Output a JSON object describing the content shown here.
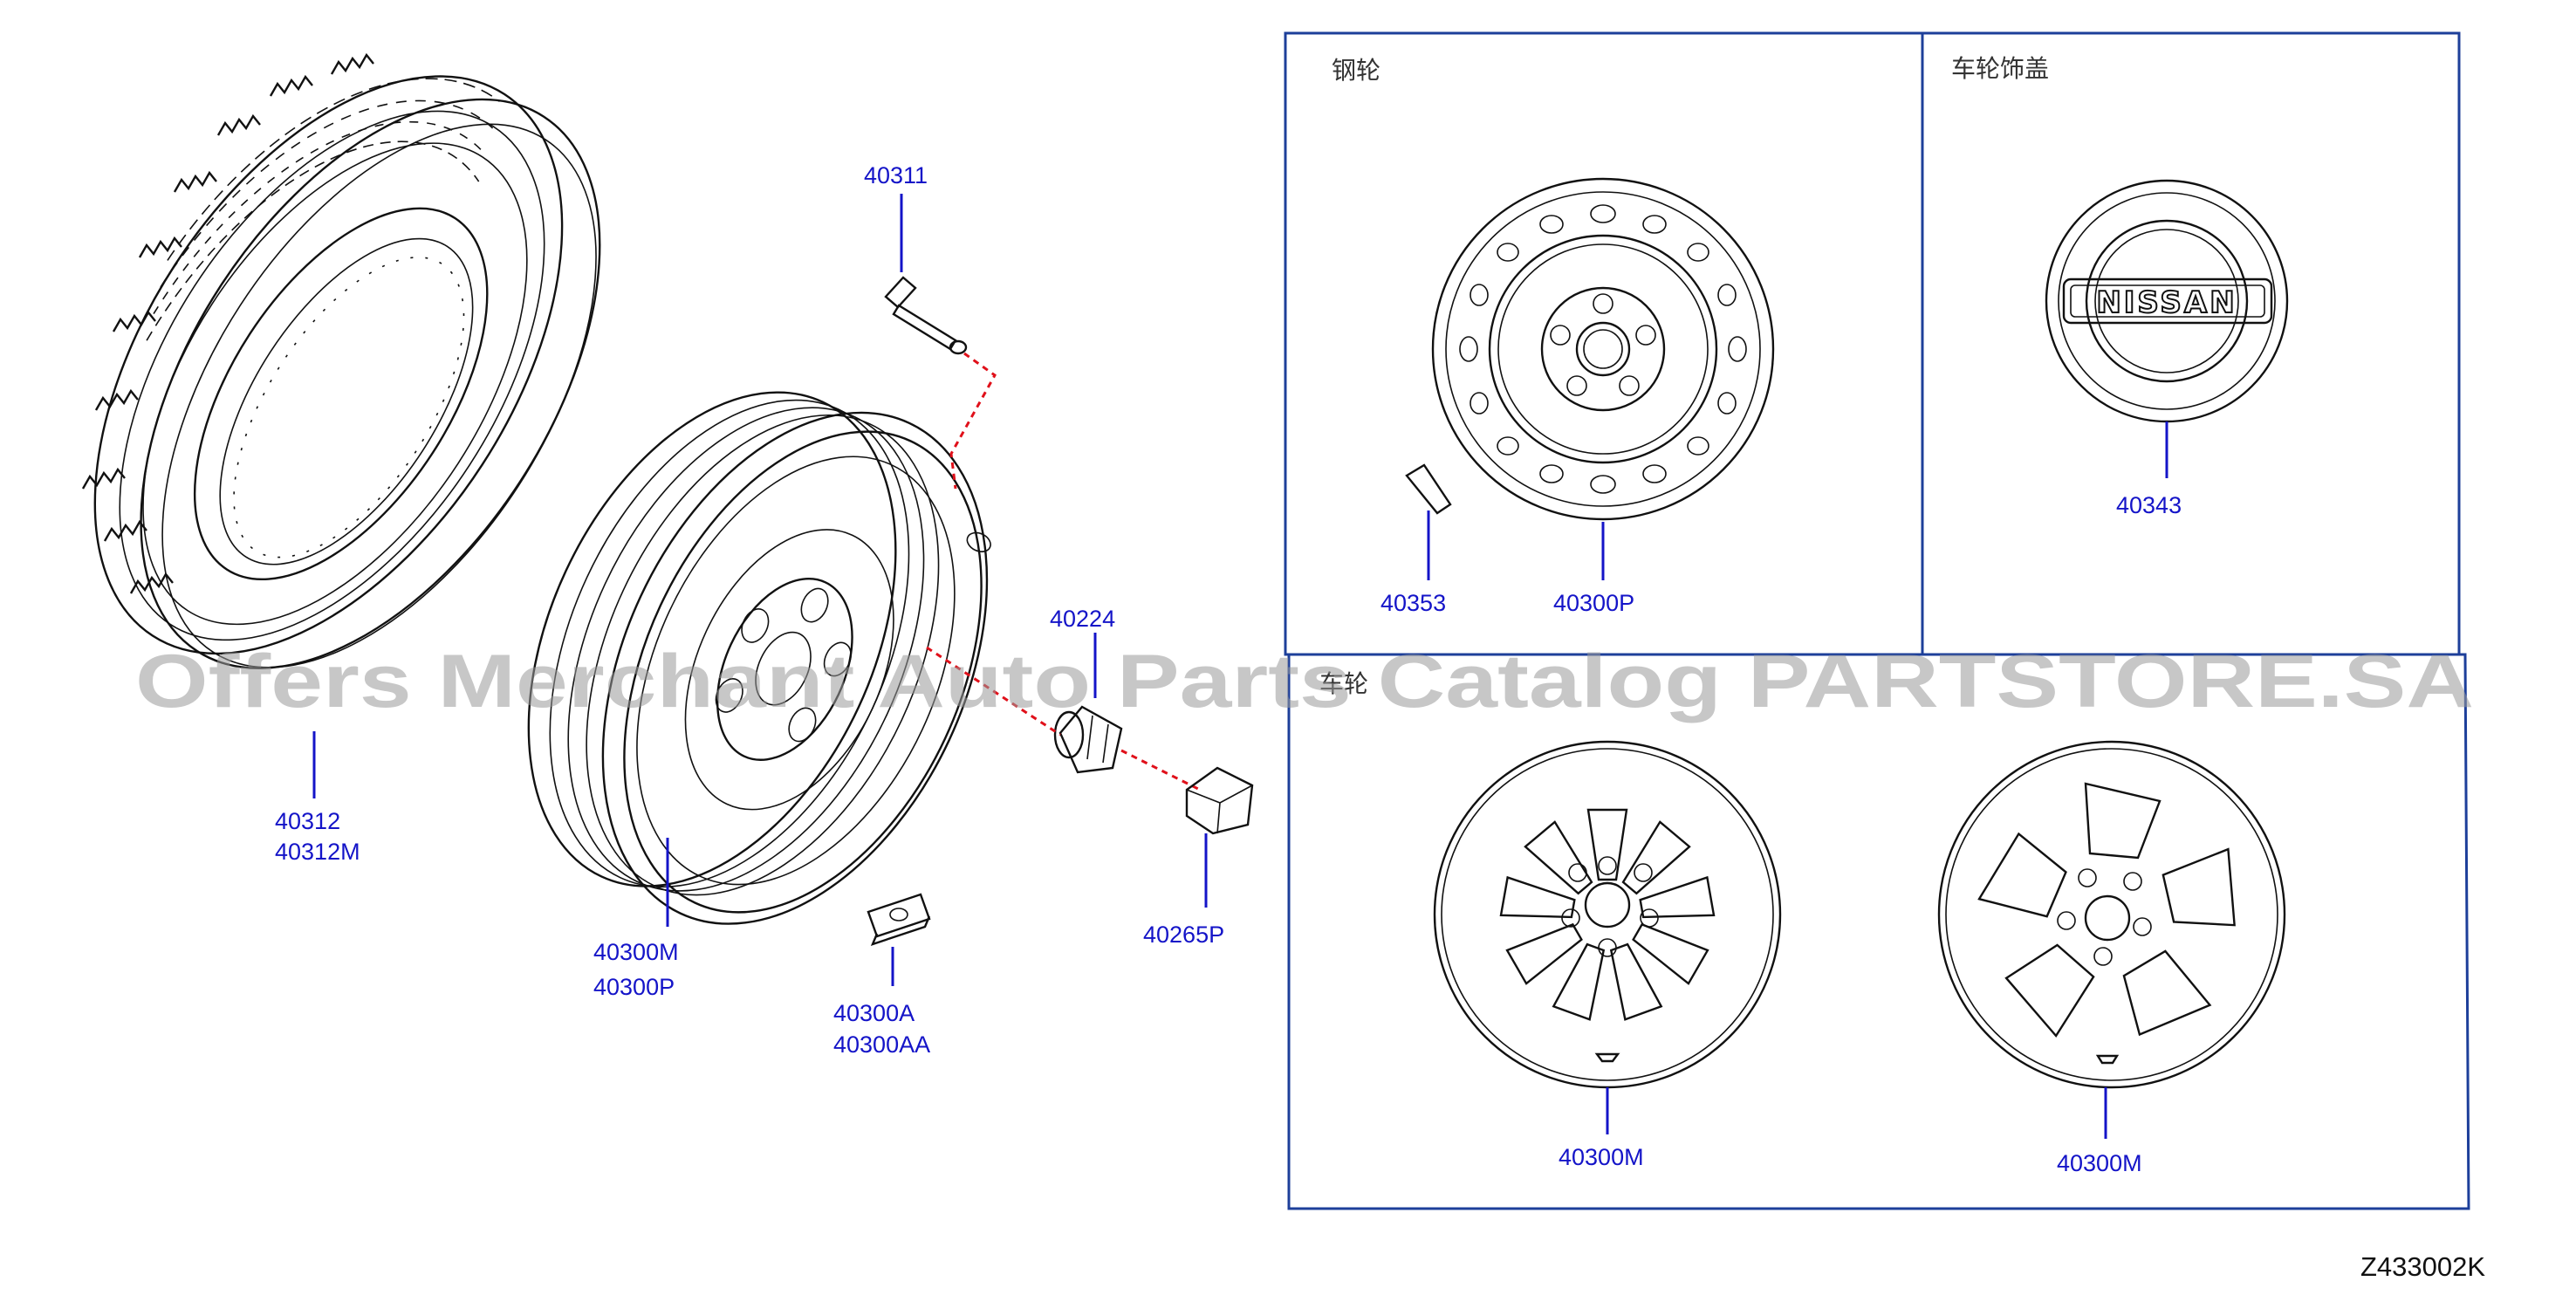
{
  "diagram": {
    "part_numbers": {
      "tire": [
        "40312",
        "40312M"
      ],
      "wheel": [
        "40300M",
        "40300P"
      ],
      "valve": "40311",
      "weight": [
        "40300A",
        "40300AA"
      ],
      "nut": "40224",
      "cap": "40265P",
      "steel_balance": "40353",
      "steel_wheel": "40300P",
      "cover": "40343",
      "alloy_a": "40300M",
      "alloy_b": "40300M"
    },
    "sections": {
      "steel_wheel_title": "钢轮",
      "wheel_cover_title": "车轮饰盖",
      "alloy_wheel_title": "车轮"
    },
    "badge_text": "NISSAN",
    "diagram_code": "Z433002K",
    "watermark": "Offers Merchant Auto Parts Catalog PARTSTORE.SA",
    "colors": {
      "label_blue": "#1414c8",
      "frame_blue": "#1d3f9a",
      "red_path": "#e0101a",
      "line": "#111111"
    }
  }
}
